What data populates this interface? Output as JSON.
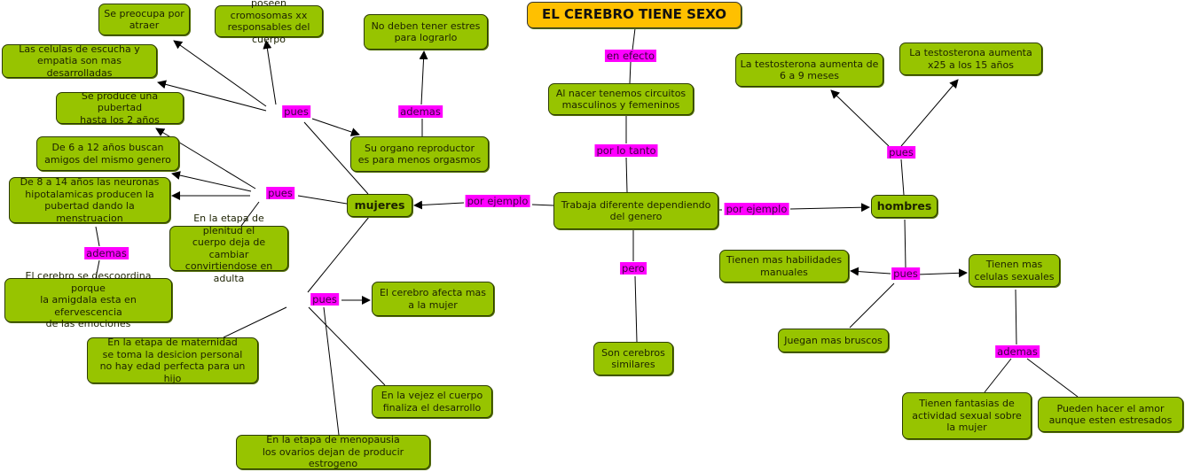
{
  "title": "EL CEREBRO TIENE SEXO",
  "nodes": {
    "atraer": "Se preocupa por\natraer",
    "cromosomas": "poseen cromosomas xx\nresponsables del cuerpo",
    "estres": "No deben tener estres\npara lograrlo",
    "celulas": "Las celulas de escucha y\nempatia son mas desarrolladas",
    "pubertad": "Se produce una pubertad\nhasta los 2 años",
    "organo": "Su organo reproductor\nes para menos orgasmos",
    "amigos": "De 6 a 12 años buscan\namigos del mismo genero",
    "neuronas": "De 8 a 14 años las neuronas\nhipotalamicas producen la\npubertad dando la menstruacion",
    "mujeres": "mujeres",
    "plenitud": "En la etapa de plenitud el\ncuerpo deja de cambiar\nconvirtiendose en adulta",
    "descoordina": "El cerebro se descoordina porque\nla amigdala esta en efervescencia\nde las emociones",
    "afecta": "El cerebro afecta mas\na la mujer",
    "maternidad": "En la etapa de maternidad\nse toma la desicion personal\nno hay edad perfecta para un hijo",
    "vejez": "En la vejez el cuerpo\nfinaliza el desarrollo",
    "menopausia": "En la etapa de menopausia\nlos ovarios dejan de producir estrogeno",
    "circuitos": "Al nacer tenemos circuitos\nmasculinos y femeninos",
    "trabaja": "Trabaja diferente dependiendo\ndel genero",
    "similares": "Son cerebros\nsimilares",
    "hombres": "hombres",
    "testo1": "La testosterona aumenta de\n6 a 9 meses",
    "testo2": "La testosterona aumenta\nx25 a los 15 años",
    "habilidades": "Tienen mas habilidades\nmanuales",
    "celsex": "Tienen mas\ncelulas sexuales",
    "bruscos": "Juegan mas bruscos",
    "fantasias": "Tienen fantasias de\nactividad sexual sobre\nla mujer",
    "amor": "Pueden hacer el amor\naunque esten estresados"
  },
  "links": {
    "en_efecto": "en efecto",
    "por_lo_tanto": "por lo tanto",
    "pero": "pero",
    "por_ejemplo_m": "por ejemplo",
    "por_ejemplo_h": "por ejemplo",
    "pues_m_top": "pues",
    "ademas_m_top": "ademas",
    "pues_m_left": "pues",
    "ademas_m_left": "ademas",
    "pues_m_bottom": "pues",
    "pues_h_top": "pues",
    "pues_h_bottom": "pues",
    "ademas_h": "ademas"
  },
  "colors": {
    "concept": "#97c400",
    "title": "#ffc000",
    "link_label": "#ff00ff"
  }
}
